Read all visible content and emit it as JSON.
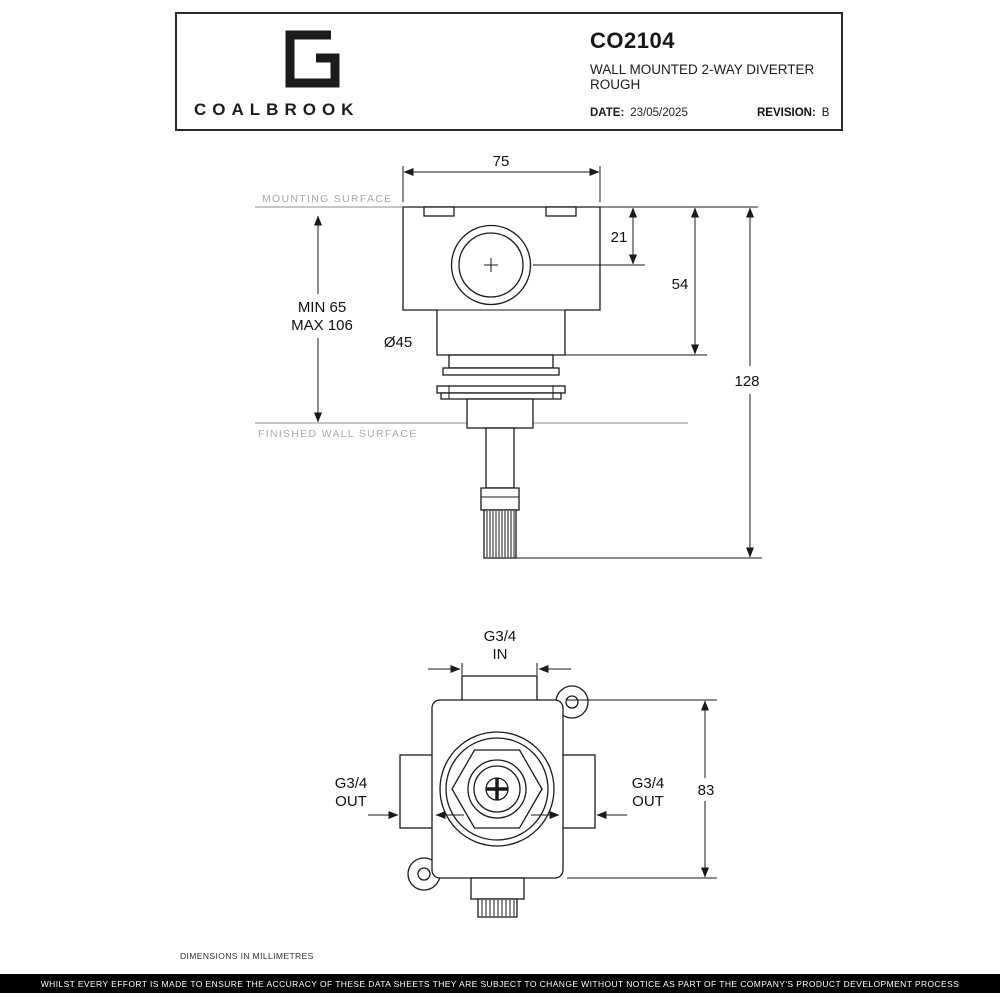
{
  "header": {
    "brand": "COALBROOK",
    "product_code": "CO2104",
    "product_name_line1": "WALL MOUNTED 2-WAY DIVERTER",
    "product_name_line2": "ROUGH",
    "date_label": "DATE:",
    "date_value": "23/05/2025",
    "revision_label": "REVISION:",
    "revision_value": "B"
  },
  "side_view": {
    "width_dim": "75",
    "port_offset_dim": "21",
    "body_height_dim": "54",
    "overall_depth_dim": "128",
    "min_depth": "MIN 65",
    "max_depth": "MAX 106",
    "sleeve_diameter": "Ø45",
    "mounting_surface_label": "MOUNTING SURFACE",
    "finished_wall_label": "FINISHED WALL SURFACE"
  },
  "front_view": {
    "inlet_line1": "G3/4",
    "inlet_line2": "IN",
    "outlet_left_line1": "G3/4",
    "outlet_left_line2": "OUT",
    "outlet_right_line1": "G3/4",
    "outlet_right_line2": "OUT",
    "height_dim": "83"
  },
  "footer": {
    "units_note": "DIMENSIONS IN  MILLIMETRES",
    "disclaimer": "WHILST EVERY EFFORT IS MADE TO ENSURE THE ACCURACY OF THESE DATA SHEETS THEY ARE SUBJECT TO CHANGE WITHOUT NOTICE AS PART OF THE COMPANY'S PRODUCT DEVELOPMENT PROCESS"
  },
  "colors": {
    "line": "#1a1a1a",
    "muted_label": "#a9a9a9",
    "footer_background": "#000000"
  }
}
